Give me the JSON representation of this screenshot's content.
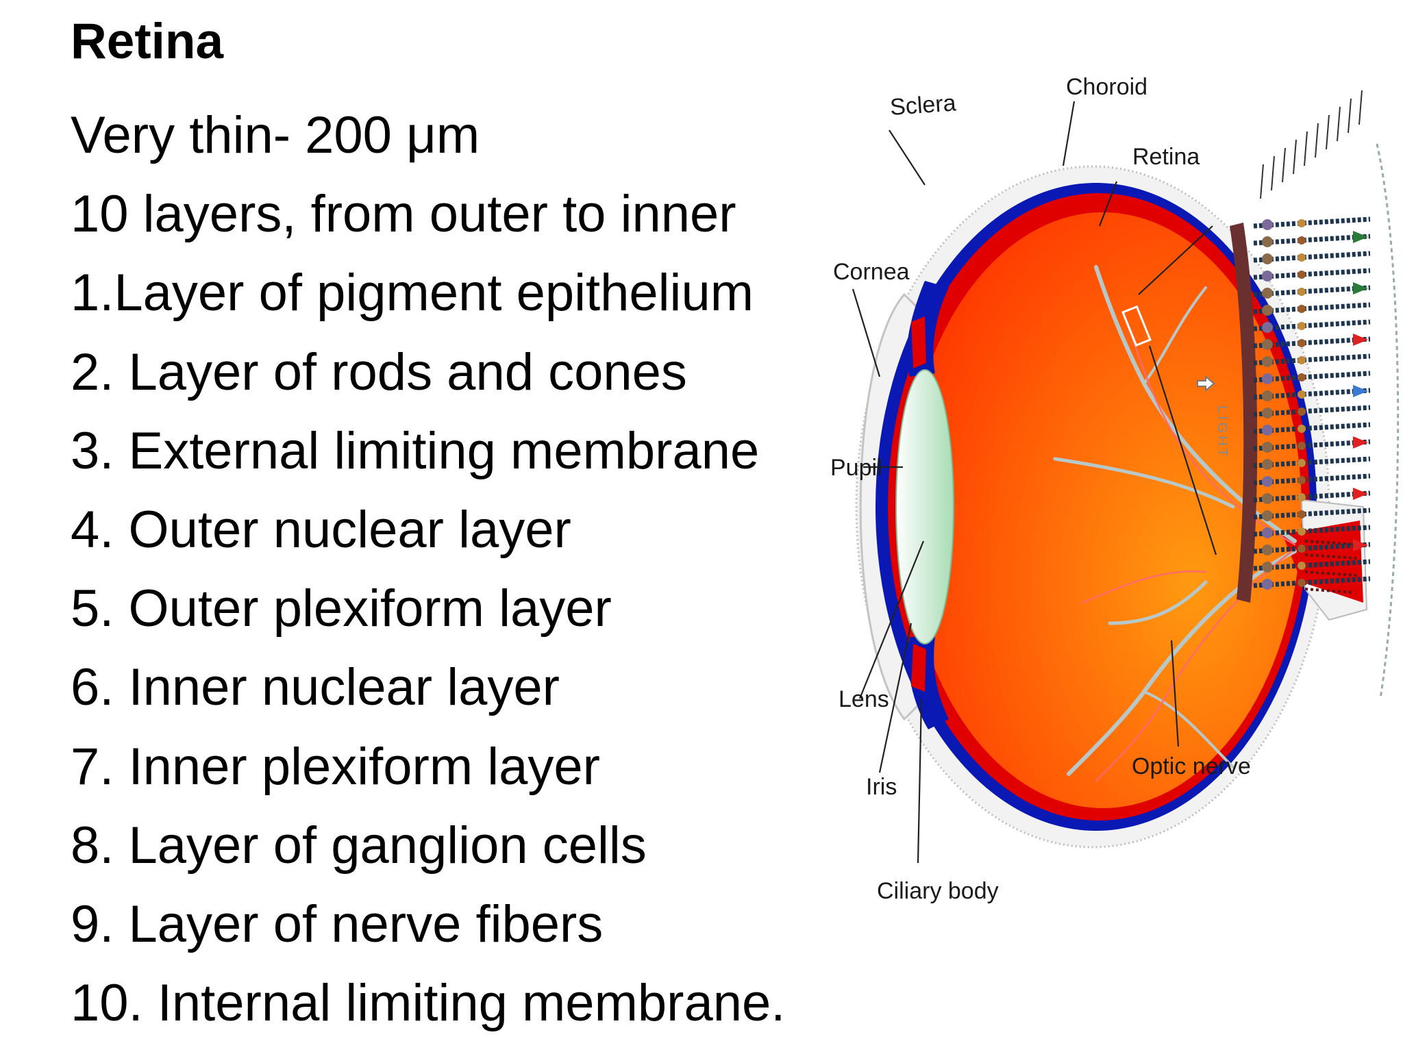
{
  "title": "Retina",
  "lines": [
    "Very thin- 200 μm",
    "10 layers, from outer to inner",
    "1.Layer of pigment epithelium",
    "2. Layer of rods and cones",
    "3. External limiting membrane",
    "4. Outer nuclear layer",
    "5. Outer plexiform layer",
    "6. Inner nuclear layer",
    "7. Inner plexiform layer",
    "8. Layer of ganglion cells",
    "9. Layer of nerve fibers",
    "10. Internal limiting membrane."
  ],
  "diagram": {
    "labels": {
      "sclera": "Sclera",
      "choroid": "Choroid",
      "retina": "Retina",
      "cornea": "Cornea",
      "pupil": "Pupil",
      "lens": "Lens",
      "iris": "Iris",
      "ciliary_body": "Ciliary body",
      "optic_nerve": "Optic nerve",
      "light": "LIGHT"
    },
    "colors": {
      "vitreous_inner": "#ff9a10",
      "vitreous_outer": "#ff3a00",
      "retina_band": "#e10000",
      "choroid_band": "#0a19b4",
      "sclera": "#f2f2f2",
      "lens": "#a8dcb4",
      "vessels": "#b8c8c8"
    }
  }
}
